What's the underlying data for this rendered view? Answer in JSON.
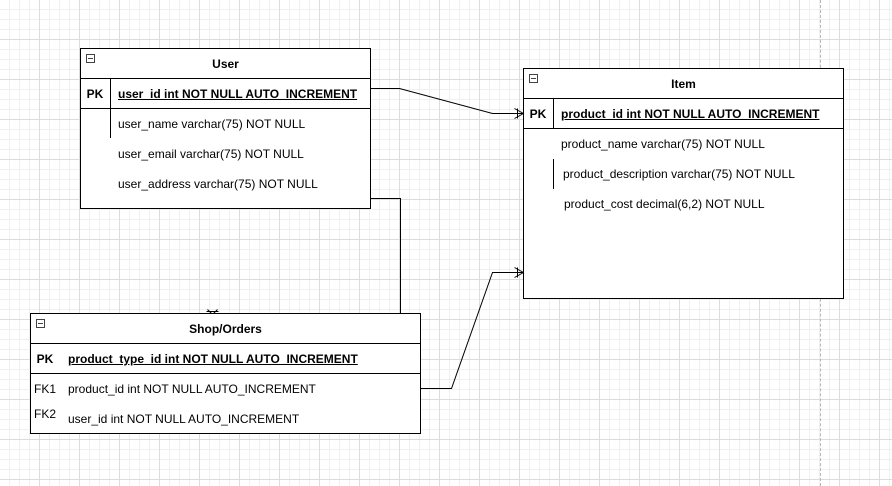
{
  "diagram": {
    "entities": [
      {
        "id": "user",
        "title": "User",
        "primary_key": {
          "label": "PK",
          "attribute": "user_id int NOT NULL AUTO_INCREMENT"
        },
        "attributes": [
          {
            "key": "",
            "text": "user_name varchar(75) NOT NULL"
          },
          {
            "key": "",
            "text": "user_email varchar(75) NOT NULL"
          },
          {
            "key": "",
            "text": "user_address varchar(75) NOT NULL"
          }
        ]
      },
      {
        "id": "item",
        "title": "Item",
        "primary_key": {
          "label": "PK",
          "attribute": "product_id int NOT NULL AUTO_INCREMENT"
        },
        "attributes": [
          {
            "key": "",
            "text": "product_name varchar(75) NOT NULL"
          },
          {
            "key": "",
            "text": "product_description varchar(75) NOT NULL"
          },
          {
            "key": "",
            "text": "product_cost decimal(6,2) NOT NULL"
          }
        ]
      },
      {
        "id": "shop_orders",
        "title": "Shop/Orders",
        "primary_key": {
          "label": "PK",
          "attribute": "product_type_id int NOT NULL AUTO_INCREMENT"
        },
        "attributes": [
          {
            "key": "FK1",
            "text": "product_id int NOT NULL AUTO_INCREMENT"
          },
          {
            "key": "FK2",
            "text": "user_id int NOT NULL AUTO_INCREMENT"
          }
        ]
      }
    ],
    "relationships": [
      {
        "from": "user",
        "to": "item",
        "to_end": "crow-foot"
      },
      {
        "from": "user",
        "to": "shop_orders",
        "to_end": "crow-foot"
      },
      {
        "from": "shop_orders",
        "to": "item",
        "to_end": "crow-foot"
      }
    ]
  }
}
